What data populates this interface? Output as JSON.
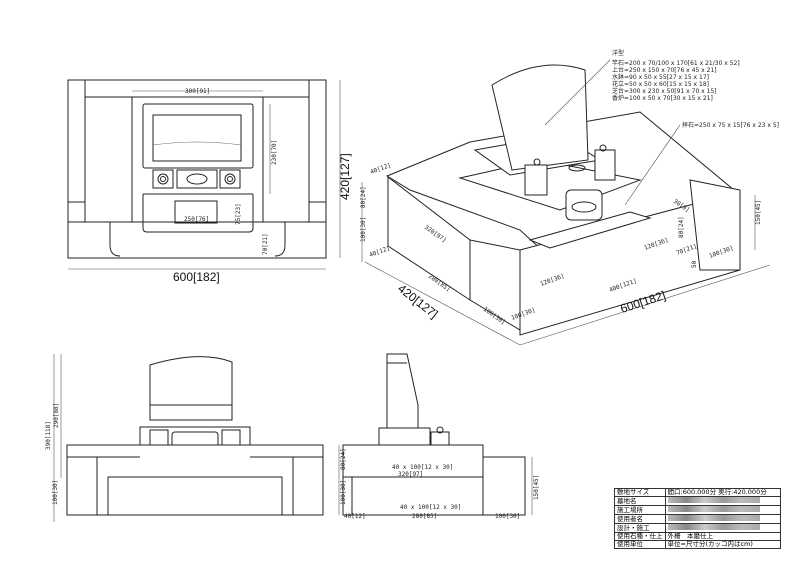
{
  "plan": {
    "dims": [
      "300[91]",
      "230[70]",
      "250[76]",
      "75[23]",
      "70[21]"
    ],
    "width": "600[182]",
    "depth": "420[127]"
  },
  "iso": {
    "dims": [
      "40[12]",
      "80[24]",
      "100[30]",
      "40[12]",
      "320[97]",
      "280[85]",
      "100[30]",
      "100[30]",
      "120[36]",
      "400[121]",
      "120[36]",
      "80[24]",
      "70[21]",
      "30[9]",
      "50",
      "100[30]",
      "150[45]"
    ],
    "depth": "420[127]",
    "width": "600[182]"
  },
  "spec_note": {
    "title": "洋型",
    "items": [
      "竿石=200 x 70/100 x 170[61 x 21/30 x 52]",
      "上台=250 x 150 x 70[76 x 45 x 21]",
      "水鉢=90 x 50 x 55[27 x 15 x 17]",
      "花立=50 x 50 x 60[15 x 15 x 18]",
      "芝台=300 x 230 x 50[91 x 70 x 15]",
      "香炉=100 x 50 x 70[30 x 15 x 21]"
    ],
    "haiseki": "拝石=250 x 75 x 15[76 x 23 x 5]"
  },
  "front": {
    "dims": [
      "390[118]",
      "290[88]",
      "100[30]"
    ]
  },
  "side": {
    "dims": [
      "80[24]",
      "100[30]",
      "40 x 100[12 x 30]",
      "320[97]",
      "40 x 100[12 x 30]",
      "280[85]",
      "40[12]",
      "100[30]",
      "150[45]"
    ]
  },
  "table": {
    "rows": [
      {
        "label": "敷地サイズ",
        "value": "間口:600.000分 奥行:420.000分"
      },
      {
        "label": "墓地名",
        "value": ""
      },
      {
        "label": "施工場所",
        "value": ""
      },
      {
        "label": "使用者名",
        "value": ""
      },
      {
        "label": "設計・施工",
        "value": ""
      },
      {
        "label": "使用石種・仕上",
        "value": "外柵　本磨仕上"
      },
      {
        "label": "使用単位",
        "value": "単位=尺寸分(カッコ内はcm)"
      }
    ]
  }
}
